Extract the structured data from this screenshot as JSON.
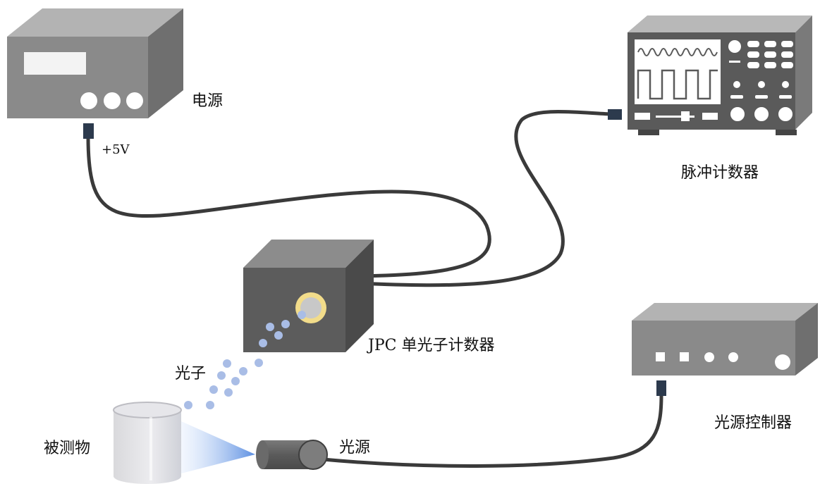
{
  "diagram": {
    "labels": {
      "power_supply": "电源",
      "voltage": "+5V",
      "pulse_counter": "脉冲计数器",
      "photon_counter": "JPC 单光子计数器",
      "photons": "光子",
      "sample": "被测物",
      "light_source": "光源",
      "light_controller": "光源控制器"
    },
    "colors": {
      "box_front": "#8a8a8a",
      "box_top": "#b3b3b3",
      "box_side": "#6f6f6f",
      "counter_body": "#5a5a5a",
      "cable": "#3a3a3a",
      "connector": "#2c3a4d",
      "photon_dot": "#a9bde6",
      "lens_ring": "#f2dc8a",
      "lens_center": "#c8c8c8",
      "screen_bg": "#ffffff"
    },
    "components": [
      {
        "id": "power-supply",
        "icon": "power-supply-icon"
      },
      {
        "id": "oscilloscope",
        "icon": "oscilloscope-icon"
      },
      {
        "id": "photon-counter",
        "icon": "photon-counter-icon"
      },
      {
        "id": "light-controller",
        "icon": "controller-icon"
      },
      {
        "id": "sample-cup",
        "icon": "cup-icon"
      },
      {
        "id": "light-source",
        "icon": "cylinder-lamp-icon"
      }
    ]
  }
}
